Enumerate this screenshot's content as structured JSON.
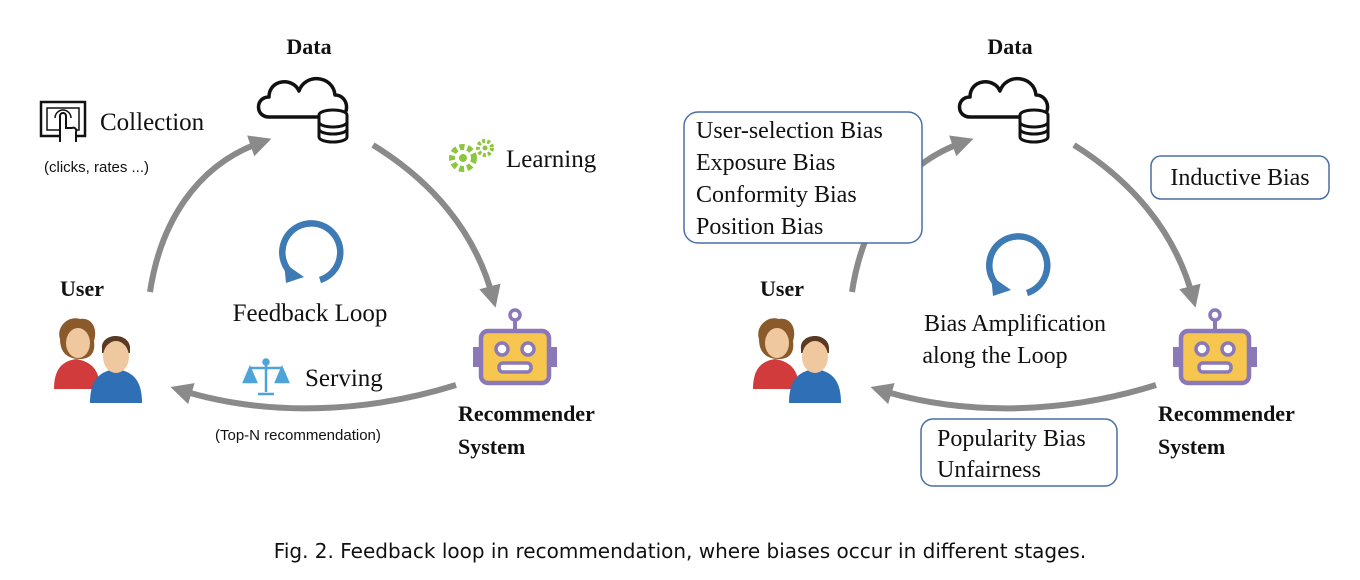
{
  "colors": {
    "arrow": "#8a8a8a",
    "loop_icon": "#3e7bb4",
    "box_border": "#4a6fa5",
    "gear": "#8cc63f",
    "robot_face": "#f6c64e",
    "robot_frame": "#8a78b8",
    "scale": "#4ea3d8",
    "person_red": "#d23b3b",
    "person_blue": "#2f6fb6",
    "skin": "#f0c8a0"
  },
  "icons": [
    "touch-icon",
    "cloud-database-icon",
    "gear-icon",
    "loop-icon",
    "robot-icon",
    "users-icon",
    "scale-icon"
  ],
  "left": {
    "data_label": "Data",
    "user_label": "User",
    "rec_line1": "Recommender",
    "rec_line2": "System",
    "collection": "Collection",
    "collection_sub": "(clicks, rates ...)",
    "learning": "Learning",
    "feedback_loop": "Feedback Loop",
    "serving": "Serving",
    "serving_sub": "(Top-N recommendation)"
  },
  "right": {
    "data_label": "Data",
    "user_label": "User",
    "rec_line1": "Recommender",
    "rec_line2": "System",
    "user_biases": [
      "User-selection Bias",
      "Exposure Bias",
      "Conformity Bias",
      "Position Bias"
    ],
    "inductive_bias": "Inductive Bias",
    "amplification_line1": "Bias Amplification",
    "amplification_line2": "along the Loop",
    "serving_biases": [
      "Popularity Bias",
      "Unfairness"
    ]
  },
  "caption": "Fig. 2.  Feedback loop in recommendation, where biases occur in different stages."
}
